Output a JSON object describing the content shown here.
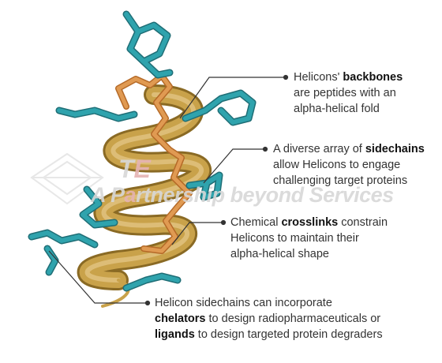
{
  "colors": {
    "backbone": "#c9a24a",
    "backbone_dark": "#8a6a24",
    "sidechain": "#2a8f99",
    "sidechain_dark": "#1f6e76",
    "crosslink": "#d9843a",
    "leader": "#333333"
  },
  "watermark": {
    "brand": "T",
    "brand_suffix": "E",
    "tagline_part1": "A P",
    "tagline_highlight": "a",
    "tagline_part2": "rtnership beyond Services"
  },
  "annotations": [
    {
      "id": "backbones",
      "pre": "Helicons' ",
      "bold": "backbones",
      "line1_post": "",
      "line2": "are peptides with an",
      "line3": "alpha-helical fold"
    },
    {
      "id": "sidechains",
      "pre": "A diverse array of ",
      "bold": "sidechains",
      "line1_post": "",
      "line2": "allow Helicons to engage",
      "line3": "challenging target proteins"
    },
    {
      "id": "crosslinks",
      "pre": "Chemical ",
      "bold": "crosslinks",
      "line1_post": " constrain",
      "line2": "Helicons to maintain their",
      "line3": "alpha-helical shape"
    },
    {
      "id": "chelators",
      "line1": "Helicon sidechains can incorporate",
      "bold2": "chelators",
      "line2_post": " to design radiopharmaceuticals or",
      "bold3": "ligands",
      "line3_post": " to design targeted protein degraders"
    }
  ]
}
